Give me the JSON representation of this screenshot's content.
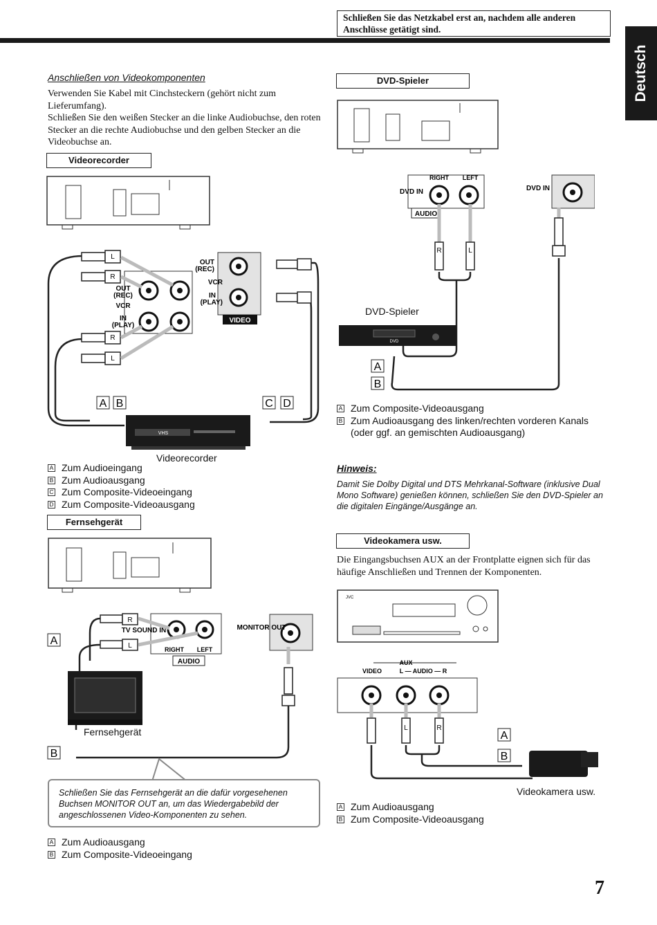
{
  "header": {
    "notice": "Schließen Sie das Netzkabel erst an, nachdem alle anderen Anschlüsse getätigt sind.",
    "language_tab": "Deutsch"
  },
  "left": {
    "section_title": "Anschließen von Videokomponenten",
    "intro": [
      "Verwenden Sie Kabel mit Cinchsteckern (gehört nicht zum Lieferumfang).",
      "Schließen Sie den weißen Stecker an die linke Audiobuchse, den roten Stecker an die rechte Audiobuchse und den gelben Stecker an die Videobuchse an."
    ],
    "vcr": {
      "box_label": "Videorecorder",
      "jack_labels": {
        "out_rec": "OUT (REC)",
        "vcr": "VCR",
        "in_play": "IN (PLAY)",
        "out": "OUT",
        "rec": "(REC)",
        "in": "IN",
        "play": "(PLAY)",
        "video": "VIDEO"
      },
      "plug_r": "R",
      "plug_l": "L",
      "letters": [
        "A",
        "B",
        "C",
        "D"
      ],
      "device_caption": "Videorecorder",
      "vhs": "VHS",
      "legend": [
        {
          "key": "A",
          "text": "Zum Audioeingang"
        },
        {
          "key": "B",
          "text": "Zum Audioausgang"
        },
        {
          "key": "C",
          "text": "Zum Composite-Videoeingang"
        },
        {
          "key": "D",
          "text": "Zum Composite-Videoausgang"
        }
      ]
    },
    "tv": {
      "box_label": "Fernsehgerät",
      "tv_sound_in": "TV SOUND IN",
      "right": "RIGHT",
      "left": "LEFT",
      "audio": "AUDIO",
      "monitor_out": "MONITOR OUT",
      "letters": [
        "A",
        "B"
      ],
      "device_caption": "Fernsehgerät",
      "note": "Schließen Sie das Fernsehgerät an die dafür vorgesehenen Buchsen MONITOR OUT an, um das Wiedergabebild der angeschlossenen Video-Komponenten zu sehen.",
      "legend": [
        {
          "key": "A",
          "text": "Zum Audioausgang"
        },
        {
          "key": "B",
          "text": "Zum Composite-Videoeingang"
        }
      ]
    }
  },
  "right": {
    "dvd": {
      "box_label": "DVD-Spieler",
      "right": "RIGHT",
      "left": "LEFT",
      "dvd_in": "DVD IN",
      "audio": "AUDIO",
      "letters": [
        "A",
        "B"
      ],
      "device_caption": "DVD-Spieler",
      "dvd_logo": "DVD",
      "legend": [
        {
          "key": "A",
          "text": "Zum Composite-Videoausgang"
        },
        {
          "key": "B",
          "text": "Zum Audioausgang des linken/rechten vorderen Kanals (oder ggf. an gemischten Audioausgang)"
        }
      ]
    },
    "hinweis": {
      "title": "Hinweis:",
      "text": "Damit Sie Dolby Digital und DTS Mehrkanal-Software (inklusive Dual Mono Software) genießen können, schließen Sie den DVD-Spieler an die digitalen Eingänge/Ausgänge an."
    },
    "camera": {
      "box_label": "Videokamera usw.",
      "text": "Die Eingangsbuchsen AUX an der Frontplatte eignen sich für das häufige Anschließen und Trennen der Komponenten.",
      "aux": "AUX",
      "video": "VIDEO",
      "audio_lr": "L — AUDIO — R",
      "brand": "JVC",
      "letters": [
        "A",
        "B"
      ],
      "device_caption": "Videokamera usw.",
      "legend": [
        {
          "key": "A",
          "text": "Zum Audioausgang"
        },
        {
          "key": "B",
          "text": "Zum Composite-Videoausgang"
        }
      ]
    }
  },
  "page_number": "7"
}
